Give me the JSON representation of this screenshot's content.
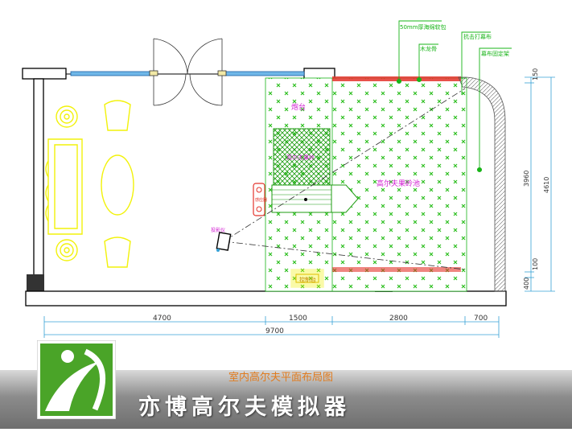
{
  "colors": {
    "wall": "#000000",
    "turf": "#3ecf2e",
    "putting": "#1e9c12",
    "furniture": "#f2f20a",
    "label_magenta": "#d21fd2",
    "dimension": "#36a1d6",
    "leader": "#18b418",
    "accent_red": "#e4332b",
    "caption": "#e07b1e",
    "logo_green": "#4aa428"
  },
  "labels": {
    "area_tee": "炮台",
    "area_putting": "高尔夫果岭",
    "area_green": "高尔夫果岭池",
    "projector": "投影仪",
    "control": "控制台",
    "sensor": "感应器"
  },
  "callouts": {
    "c1": "50mm厚海绵软包",
    "c2": "木龙骨",
    "c3": "抗击打幕布",
    "c4": "幕布固定架"
  },
  "dimensions": {
    "bottom_segments": [
      "4700",
      "1500",
      "2800",
      "700"
    ],
    "bottom_total": "9700",
    "right_segments": [
      "150",
      "3960",
      "100",
      "400"
    ],
    "right_total": "4610"
  },
  "caption": "室内高尔夫平面布局图",
  "brand": "亦博高尔夫模拟器"
}
